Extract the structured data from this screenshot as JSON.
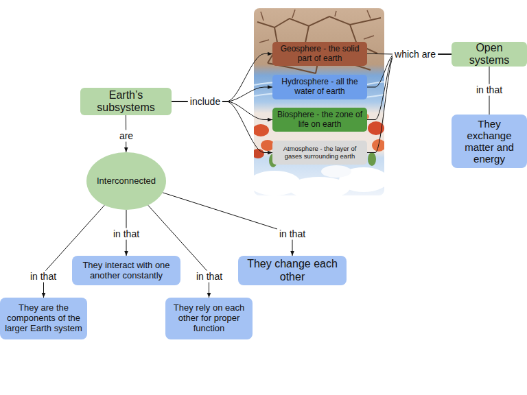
{
  "diagram": {
    "nodes": [
      {
        "text": [
          "Earth’s subsystems"
        ]
      },
      {
        "text": [
          "Geosphere - the solid part of earth"
        ]
      },
      {
        "text": [
          "Hydrosphere - all the water of earth"
        ]
      },
      {
        "text": [
          "Biosphere - the zone of life on earth"
        ]
      },
      {
        "text": [
          "Atmosphere - the layer of gases surrounding earth"
        ]
      },
      {
        "text": [
          "Open systems"
        ]
      },
      {
        "text": [
          "They exchange matter and energy"
        ]
      },
      {
        "text": [
          "Interconnected"
        ]
      },
      {
        "text": [
          "They interact with one another constantly"
        ]
      },
      {
        "text": [
          "They change each other"
        ]
      },
      {
        "text": [
          "They are the components of the larger Earth system"
        ]
      },
      {
        "text": [
          "They rely on each other for proper function"
        ]
      }
    ],
    "edges": [
      {
        "from": 0,
        "to": 1,
        "label": "include",
        "arrow": "to"
      },
      {
        "from": 0,
        "to": 2,
        "arrow": "to"
      },
      {
        "from": 0,
        "to": 3,
        "arrow": "to"
      },
      {
        "from": 0,
        "to": 4,
        "arrow": "to"
      },
      {
        "from": 1,
        "to": 5,
        "label": "which are",
        "arrow": "none"
      },
      {
        "from": 2,
        "to": 5,
        "arrow": "none"
      },
      {
        "from": 3,
        "to": 5,
        "arrow": "none"
      },
      {
        "from": 4,
        "to": 5,
        "arrow": "none"
      },
      {
        "from": 5,
        "to": 6,
        "label": "in that",
        "arrow": "none"
      },
      {
        "from": 0,
        "to": 7,
        "label": "are",
        "arrow": "to"
      },
      {
        "from": 7,
        "to": 10,
        "label": "in that",
        "arrow": "to"
      },
      {
        "from": 7,
        "to": 8,
        "label": "in that",
        "arrow": "to"
      },
      {
        "from": 7,
        "to": 11,
        "label": "in that",
        "arrow": "to"
      },
      {
        "from": 7,
        "to": 9,
        "label": "in that",
        "arrow": "to"
      }
    ]
  }
}
